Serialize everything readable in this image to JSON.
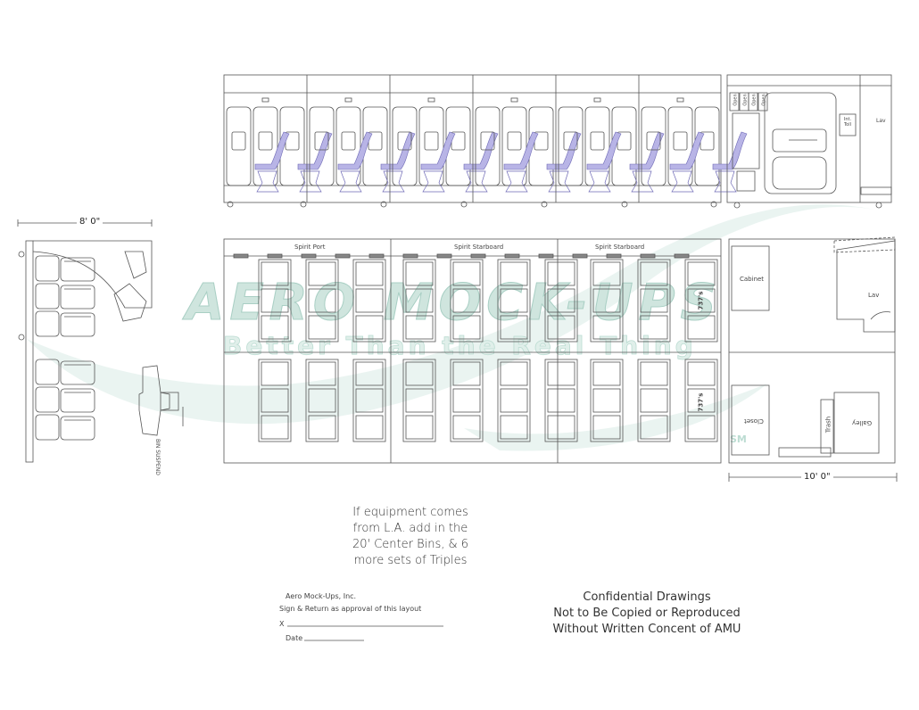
{
  "watermark": {
    "title": "AERO MOCK-UPS",
    "tagline": "Better Than the Real Thing",
    "mark": "SM",
    "color": "#a9cfc4"
  },
  "dimensions": {
    "width_8": "8' 0\"",
    "width_10": "10' 0\""
  },
  "plan_labels": {
    "spirit_port": "Spirit Port",
    "spirit_starboard_1": "Spirit Starboard",
    "spirit_starboard_2": "Spirit Starboard",
    "seat_737_upper": "737's",
    "seat_737_lower": "737's",
    "cabinet": "Cabinet",
    "lav": "Lav",
    "closet": "Closet",
    "side_galley": "Galley",
    "side_trash": "Trash",
    "bin_suspend": "BIN SUSPEND"
  },
  "elevation_labels": {
    "open": "Open",
    "int_toll": "Int. Toll",
    "lav": "Lav"
  },
  "note_lines": [
    "If equipment comes",
    "from L.A. add in the",
    "20' Center Bins, & 6",
    "more sets of Triples"
  ],
  "signature": {
    "company": "Aero Mock-Ups, Inc.",
    "instruction": "Sign & Return as approval of this layout",
    "x_label": "X",
    "date_label": "Date"
  },
  "confidential_lines": [
    "Confidential Drawings",
    "Not to Be Copied or Reproduced",
    "Without Written Concent of AMU"
  ],
  "colors": {
    "line": "#555555",
    "seat_blue": "#b8b4e6",
    "seat_blue_dark": "#6d68b5"
  }
}
